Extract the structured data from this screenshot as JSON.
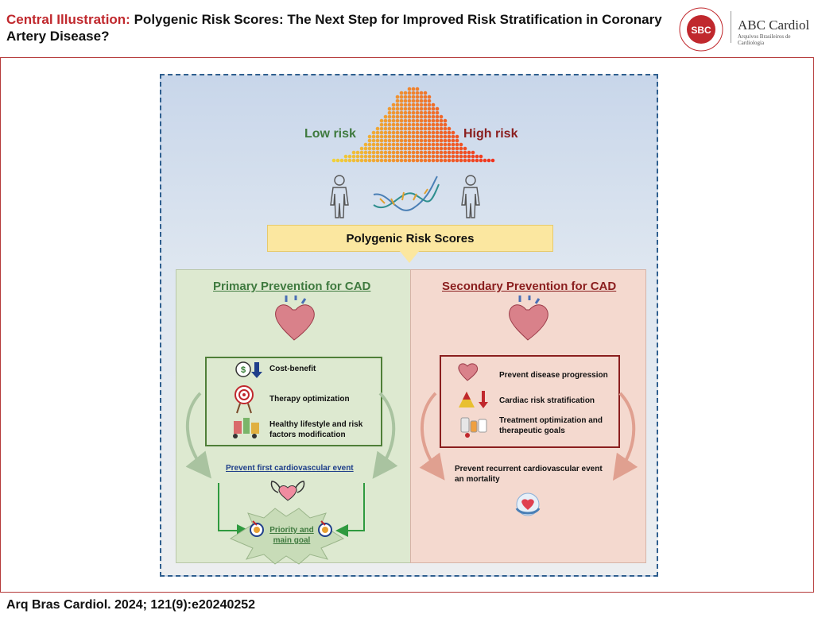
{
  "header": {
    "title_label": "Central Illustration:",
    "title_text": "Polygenic Risk Scores: The Next Step for Improved Risk Stratification in Coronary Artery Disease?",
    "logo_name": "ABC Cardiol",
    "logo_sub": "Arquivos Brasileiros de Cardiologia",
    "seal_text": "SBC"
  },
  "diagram": {
    "low_risk": "Low risk",
    "high_risk": "High risk",
    "prs_label": "Polygenic Risk Scores",
    "primary": {
      "title": "Primary Prevention for CAD",
      "items": [
        "Cost-benefit",
        "Therapy optimization",
        "Healthy lifestyle and risk factors modification"
      ],
      "outcome": "Prevent first cardiovascular event",
      "goal": "Priority and main goal"
    },
    "secondary": {
      "title": "Secondary Prevention for CAD",
      "items": [
        "Prevent disease progression",
        "Cardiac risk stratification",
        "Treatment optimization and therapeutic goals"
      ],
      "outcome": "Prevent recurrent cardiovascular event an mortality"
    },
    "colors": {
      "primary_green": "#3f7a3f",
      "secondary_red": "#8a1e1e",
      "accent_red": "#c0282d",
      "panel_blue": "#2f5f8f"
    }
  },
  "footer": {
    "citation": "Arq Bras Cardiol. 2024; 121(9):e20240252"
  }
}
